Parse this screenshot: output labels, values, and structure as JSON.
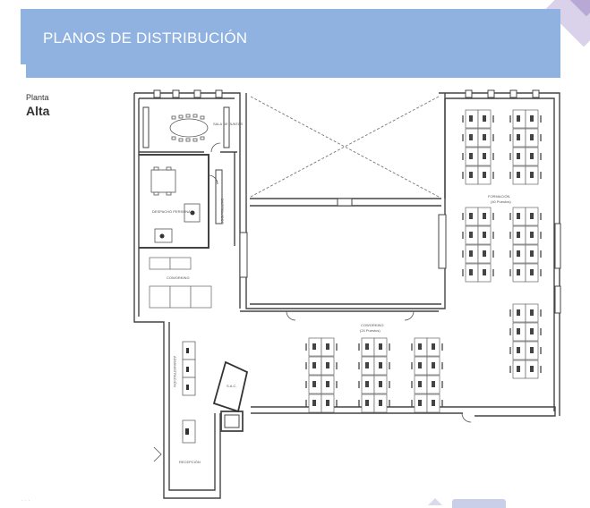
{
  "header": {
    "title": "PLANOS DE DISTRIBUCIÓN",
    "band_color": "#8fb2e1",
    "accent_color": "#d9d2ea"
  },
  "floor": {
    "caption": "Planta",
    "name": "Alta"
  },
  "rooms": {
    "meeting_room": "SALA DE JUNTAS",
    "private_office": "DESPACHO PERSONAL",
    "hallway": "DISTRIBUIDOR",
    "coworking_small": "COWORKING",
    "administration": "ADMINISTRACIÓN",
    "sac": "S.A.C.",
    "reception": "RECEPCIÓN",
    "training": "FORMACIÓN",
    "training_seats": "(40 Puestos)",
    "coworking_large": "COWORKING",
    "coworking_large_seats": "(24 Puestos)"
  },
  "footer": {
    "mark": "· · ·"
  }
}
